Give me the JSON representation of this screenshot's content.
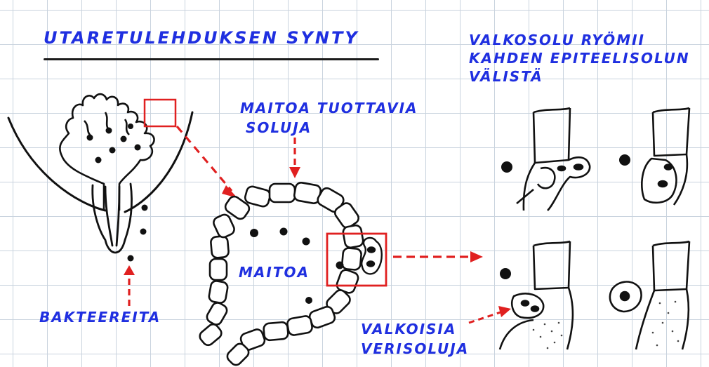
{
  "title": "UTARETULEHDUKSEN SYNTY",
  "labels": {
    "milk_cells_1": "MAITOA TUOTTAVIA",
    "milk_cells_2": "SOLUJA",
    "milk": "MAITOA",
    "bacteria": "BAKTEEREITA",
    "wbc_1": "VALKOISIA",
    "wbc_2": "VERISOLUJA",
    "migration_1": "VALKOSOLU RYÖMII",
    "migration_2": "KAHDEN EPITEELISOLUN",
    "migration_3": "VÄLISTÄ"
  },
  "colors": {
    "text": "#1f2fe0",
    "highlight": "#e02020",
    "ink": "#111111",
    "grid": "#c9d3de"
  }
}
